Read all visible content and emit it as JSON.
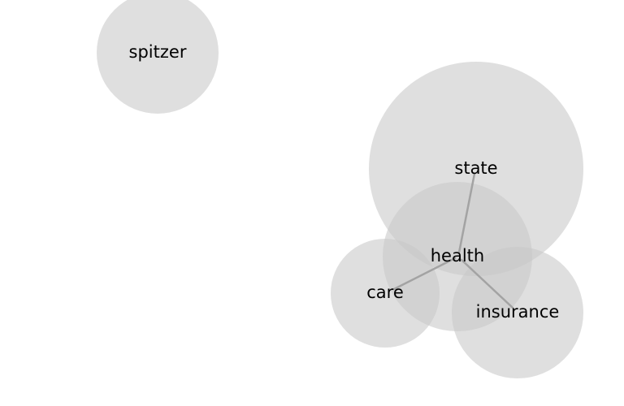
{
  "diagram": {
    "nodes": [
      {
        "id": "spitzer",
        "label": "spitzer"
      },
      {
        "id": "state",
        "label": "state"
      },
      {
        "id": "health",
        "label": "health"
      },
      {
        "id": "care",
        "label": "care"
      },
      {
        "id": "insurance",
        "label": "insurance"
      }
    ],
    "edges": [
      {
        "from": "health",
        "to": "state"
      },
      {
        "from": "health",
        "to": "care"
      },
      {
        "from": "health",
        "to": "insurance"
      }
    ],
    "colors": {
      "node_fill": "#c8c8c8",
      "edge": "#a3a3a3",
      "label": "#000000",
      "background": "#ffffff"
    }
  }
}
